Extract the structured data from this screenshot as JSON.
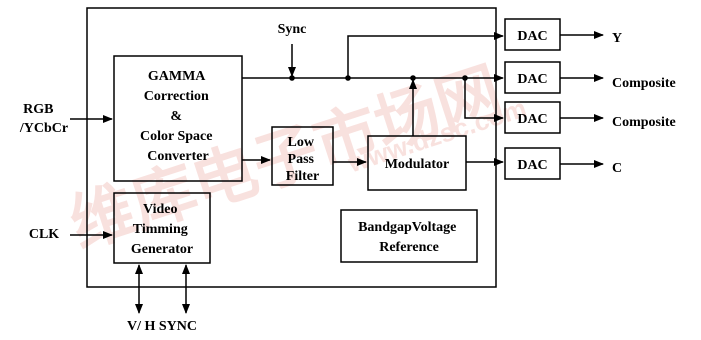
{
  "blocks": {
    "gamma": [
      "GAMMA",
      "Correction",
      "&",
      "Color Space",
      "Converter"
    ],
    "lpf": [
      "Low",
      "Pass",
      "Filter"
    ],
    "modulator": "Modulator",
    "timing": [
      "Video",
      "Timming",
      "Generator"
    ],
    "bandgap": [
      "BandgapVoltage",
      "Reference"
    ],
    "dac": "DAC"
  },
  "inputs": {
    "rgb": [
      "RGB",
      "/YCbCr"
    ],
    "clk": "CLK",
    "sync": "Sync"
  },
  "outputs": {
    "y": "Y",
    "composite_1": "Composite",
    "composite_2": "Composite",
    "c": "C",
    "vh_sync": "V/ H SYNC"
  },
  "watermark": {
    "text_cn": "维库电子市场网",
    "text_url": "www.dzsc.com",
    "color": "#f4c9c4"
  },
  "colors": {
    "line": "#000000",
    "background": "#ffffff"
  }
}
